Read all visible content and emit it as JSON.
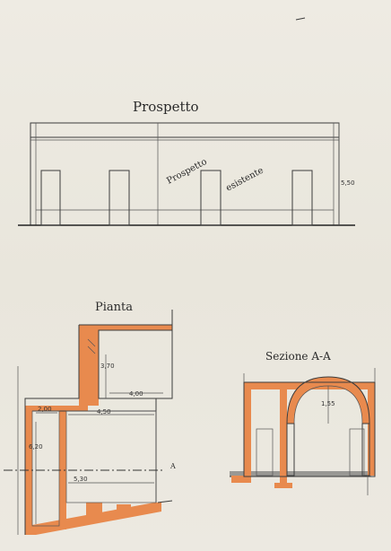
{
  "titles": {
    "elevation": "Prospetto",
    "elevation_note_1": "Prospetto",
    "elevation_note_2": "esistente",
    "plan": "Pianta",
    "section": "Sezione A-A"
  },
  "dimensions": {
    "elevation_height": "5,50",
    "plan_room_upper_height": "3,70",
    "plan_room_upper_width": "4,00",
    "plan_left_width": "2,00",
    "plan_main_width": "4,50",
    "plan_left_height": "6,20",
    "plan_bottom_width": "5,30",
    "section_height": "1,55"
  },
  "section_marker": "A",
  "colors": {
    "paper": "#ebe8df",
    "wall_fill": "#e88a4e",
    "ink": "#2a2a2a"
  }
}
